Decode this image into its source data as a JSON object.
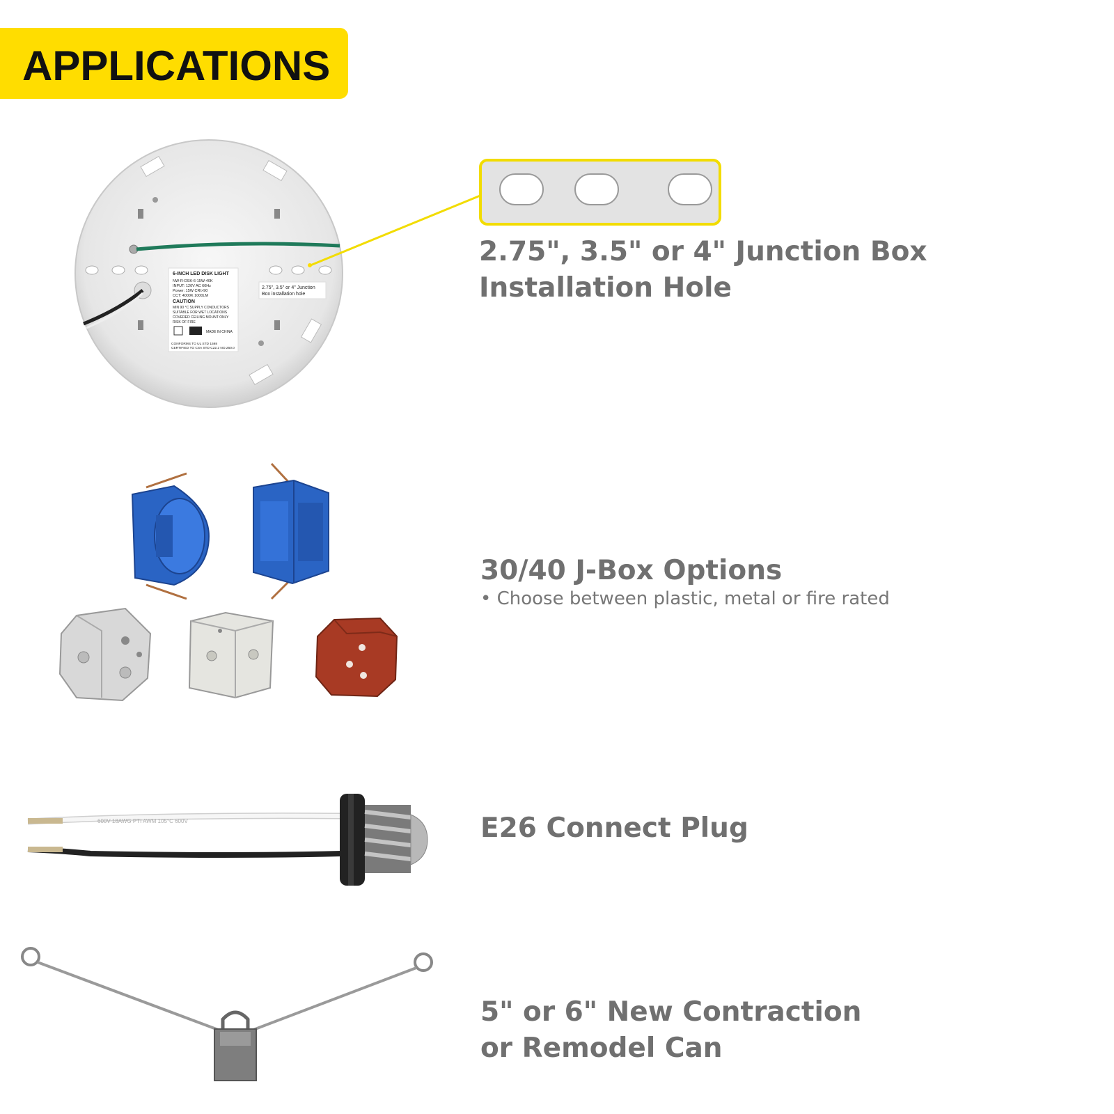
{
  "banner": {
    "title": "APPLICATIONS",
    "color": "#FFDD00"
  },
  "sections": [
    {
      "id": "junction-box",
      "heading_line1": "2.75\", 3.5\" or 4\" Junction Box",
      "heading_line2": "Installation Hole"
    },
    {
      "id": "jbox-options",
      "heading": "30/40 J-Box Options",
      "bullet": "• Choose between plastic, metal or fire rated"
    },
    {
      "id": "e26",
      "heading": "E26 Connect Plug"
    },
    {
      "id": "can",
      "heading_line1": "5\" or 6\" New Contraction",
      "heading_line2": "or Remodel Can"
    }
  ],
  "plate_label": {
    "title": "6-INCH LED DISK LIGHT",
    "lines": [
      "NW-R-DSK-6-15W-40K",
      "INPUT: 120V AC 60Hz",
      "Power: 15W  CRI>90",
      "CCT: 4000K  1000LM"
    ],
    "caution_title": "CAUTION",
    "caution_lines": [
      "MIN 90 °C SUPPLY CONDUCTORS",
      "SUITABLE FOR WET LOCATIONS",
      "COVERED CEILING MOUNT ONLY",
      "RISK OF FIRE"
    ],
    "made_in": "MADE IN CHINA",
    "footer_lines": [
      "CONFORMS TO UL STD 1598",
      "CERTIFIED TO CSA STD C22.2 NO.250.0"
    ]
  },
  "hole_tag": {
    "line1": "2.75\", 3.5\" or 4\" Junction",
    "line2": "Box installation hole"
  },
  "wire_print": {
    "white": "600V  18AWG  PTI  AWM  105°C  600V",
    "black": ""
  }
}
